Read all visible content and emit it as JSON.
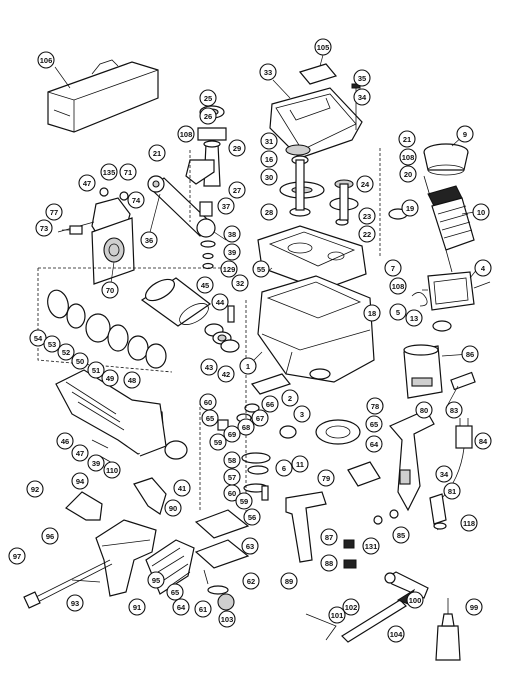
{
  "callouts": {
    "c1": "1",
    "c2": "2",
    "c3": "3",
    "c4": "4",
    "c5": "5",
    "c6": "6",
    "c7": "7",
    "c9": "9",
    "c10": "10",
    "c11": "11",
    "c13": "13",
    "c16": "16",
    "c18": "18",
    "c19": "19",
    "c20": "20",
    "c21a": "21",
    "c21b": "21",
    "c22": "22",
    "c23": "23",
    "c24": "24",
    "c25": "25",
    "c26": "26",
    "c27": "27",
    "c28": "28",
    "c29": "29",
    "c30": "30",
    "c31": "31",
    "c32": "32",
    "c33": "33",
    "c34a": "34",
    "c34b": "34",
    "c35": "35",
    "c36": "36",
    "c37": "37",
    "c38": "38",
    "c39a": "39",
    "c39b": "39",
    "c41": "41",
    "c42": "42",
    "c43": "43",
    "c44": "44",
    "c45": "45",
    "c46": "46",
    "c47a": "47",
    "c47b": "47",
    "c48": "48",
    "c49": "49",
    "c50": "50",
    "c51": "51",
    "c52": "52",
    "c53": "53",
    "c54": "54",
    "c55": "55",
    "c56": "56",
    "c57": "57",
    "c58": "58",
    "c59a": "59",
    "c59b": "59",
    "c60a": "60",
    "c60b": "60",
    "c61": "61",
    "c62": "62",
    "c63": "63",
    "c64a": "64",
    "c64b": "64",
    "c65a": "65",
    "c65b": "65",
    "c66": "66",
    "c67": "67",
    "c68": "68",
    "c69": "69",
    "c70": "70",
    "c71": "71",
    "c73": "73",
    "c74": "74",
    "c77": "77",
    "c78": "78",
    "c79": "79",
    "c80": "80",
    "c81": "81",
    "c83": "83",
    "c84": "84",
    "c85": "85",
    "c86": "86",
    "c87": "87",
    "c88": "88",
    "c89": "89",
    "c90": "90",
    "c91": "91",
    "c92": "92",
    "c93": "93",
    "c94": "94",
    "c95": "95",
    "c96": "96",
    "c97": "97",
    "c99": "99",
    "c100": "100",
    "c101": "101",
    "c102": "102",
    "c103": "103",
    "c104": "104",
    "c105": "105",
    "c106": "106",
    "c108a": "108",
    "c108b": "108",
    "c108c": "108",
    "c110": "110",
    "c118": "118",
    "c129": "129",
    "c131": "131",
    "c135": "135"
  }
}
